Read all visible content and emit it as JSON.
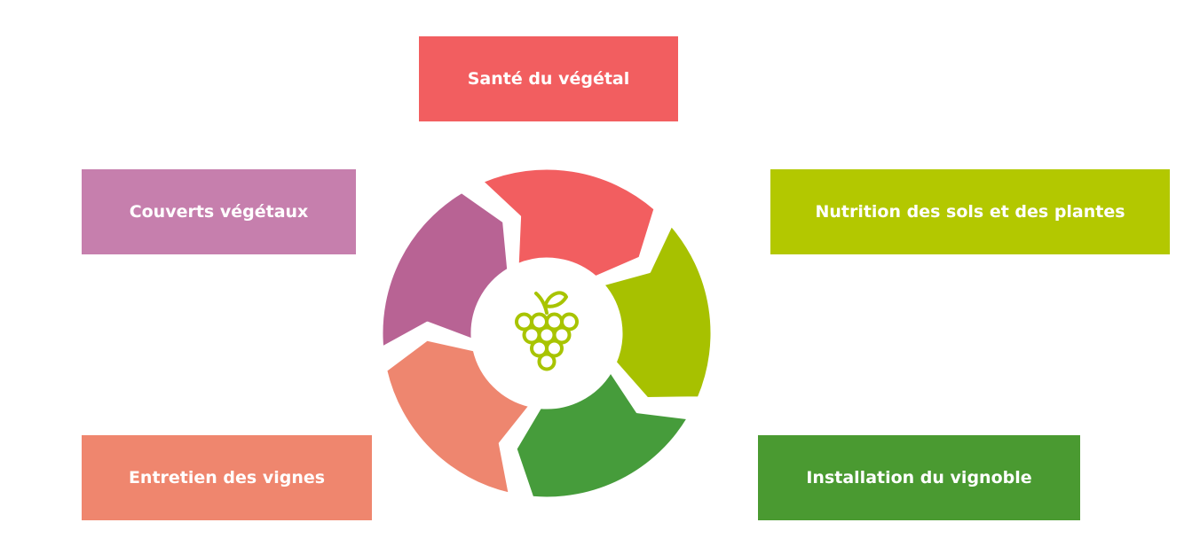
{
  "cards": {
    "sante": {
      "label": "Santé du végétal",
      "color": "#F25E60"
    },
    "nutrition": {
      "label": "Nutrition des sols et des plantes",
      "color": "#B3C800"
    },
    "installation": {
      "label": "Installation du vignoble",
      "color": "#4A9A31"
    },
    "entretien": {
      "label": "Entretien des vignes",
      "color": "#EF866E"
    },
    "couverts": {
      "label": "Couverts végétaux",
      "color": "#C67FAD"
    }
  },
  "cycle": {
    "segment_colors": [
      "#F25E60",
      "#A7C100",
      "#469C3B",
      "#EE866F",
      "#B86394"
    ],
    "center_icon": "grape-icon",
    "icon_color": "#A8C400"
  }
}
